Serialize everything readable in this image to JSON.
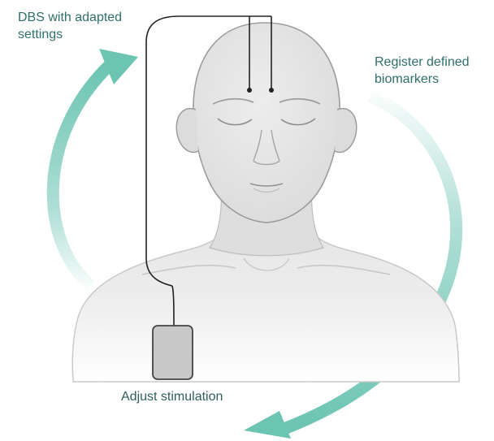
{
  "labels": {
    "dbs_line1": "DBS with adapted",
    "dbs_line2": "settings",
    "register_line1": "Register defined",
    "register_line2": "biomarkers",
    "adjust": "Adjust stimulation"
  },
  "colors": {
    "arrow": "#6cc4b2",
    "label_text": "#2f6f6a",
    "skin": "#e6e6e6",
    "skin_shadow": "#cfcfcf",
    "outline": "#9a9a9a",
    "wire": "#222222",
    "device": "#c8c8c8"
  }
}
